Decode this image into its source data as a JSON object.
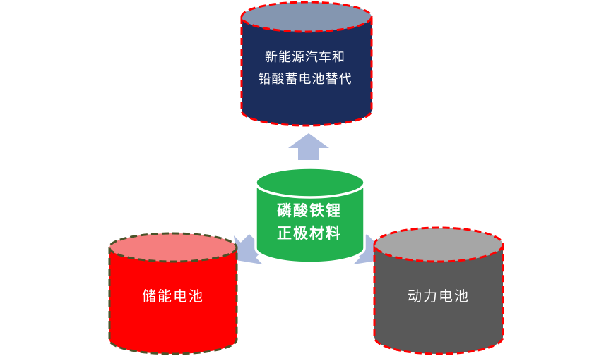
{
  "diagram": {
    "background_color": "#FFFFFF",
    "arrow_color": "#ADBBDE",
    "center_node": {
      "label_line1": "磷酸铁锂",
      "label_line2": "正极材料",
      "body_color": "#22B04E",
      "top_color": "#22B04E",
      "outline_color": "#FFFFFF",
      "text_color": "#FFFFFF"
    },
    "top_node": {
      "label_line1": "新能源汽车和",
      "label_line2": "铅酸蓄电池替代",
      "body_color": "#1B2D5C",
      "top_color": "#8496B0",
      "outline_color": "#FF0000",
      "text_color": "#FFFFFF"
    },
    "left_node": {
      "label": "储能电池",
      "body_color": "#FF0000",
      "top_color": "#F57E7E",
      "outline_color": "#4A5228",
      "text_color": "#FFFFFF"
    },
    "right_node": {
      "label": "动力电池",
      "body_color": "#595959",
      "top_color": "#A6A6A6",
      "outline_color": "#FF0000",
      "text_color": "#FFFFFF"
    }
  }
}
